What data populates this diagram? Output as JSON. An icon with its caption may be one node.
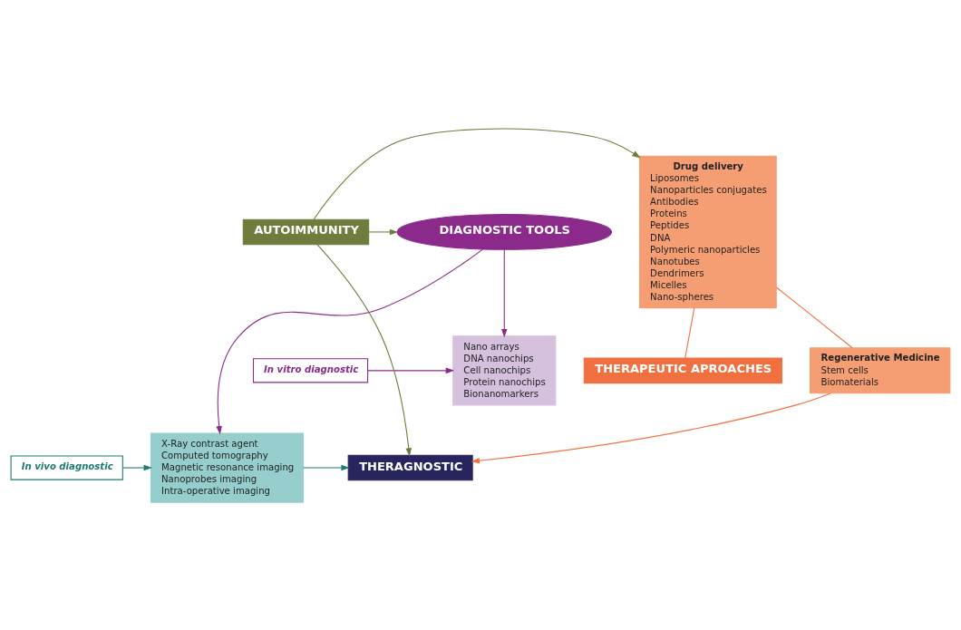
{
  "diagram": {
    "nodes": [
      {
        "text": [
          "In vitro diagnostic"
        ]
      },
      {
        "text": [
          "Nano arrays",
          "DNA nanochips",
          "Cell nanochips",
          "Protein nanochips",
          "Bionanomarkers"
        ]
      },
      {
        "text": [
          "DIAGNOSTIC TOOLS"
        ]
      },
      {
        "text": [
          "AUTOIMMUNITY"
        ]
      },
      {
        "text": [
          "THERAPEUTIC APROACHES"
        ]
      },
      {
        "text": [
          "Drug delivery",
          "Liposomes",
          "Nanoparticles conjugates",
          "Antibodies",
          "Proteins",
          "Peptides",
          "DNA",
          "Polymeric nanoparticles",
          "Nanotubes",
          "Dendrimers",
          "Micelles",
          "Nano-spheres"
        ]
      },
      {
        "text": [
          "Regenerative Medicine",
          "Stem cells",
          "Biomaterials"
        ]
      },
      {
        "text": [
          "In vivo diagnostic"
        ]
      },
      {
        "text": [
          "X-Ray contrast agent",
          "Computed tomography",
          "Magnetic resonance imaging",
          "Nanoprobes imaging",
          "Intra-operative imaging"
        ]
      },
      {
        "text": [
          "THERAGNOSTIC"
        ]
      }
    ],
    "edges": [
      {
        "from": 0,
        "to": 1,
        "arrow": "to",
        "color": "#8b2a8b"
      },
      {
        "from": 2,
        "to": 1,
        "arrow": "to",
        "color": "#8b2a8b"
      },
      {
        "from": 2,
        "to": 8,
        "arrow": "to",
        "color": "#8b2a8b"
      },
      {
        "from": 3,
        "to": 2,
        "arrow": "to"
      },
      {
        "from": 3,
        "to": 5,
        "arrow": "to"
      },
      {
        "from": 3,
        "to": 9,
        "arrow": "to"
      },
      {
        "from": 4,
        "to": 5,
        "arrow": "none",
        "color": "#f07040"
      },
      {
        "from": 5,
        "to": 6,
        "arrow": "none",
        "color": "#f07040"
      },
      {
        "from": 6,
        "to": 9,
        "arrow": "to",
        "color": "#f07040"
      },
      {
        "from": 7,
        "to": 8,
        "arrow": "to",
        "color": "#1f7a72"
      },
      {
        "from": 8,
        "to": 9,
        "arrow": "to",
        "color": "#1f7a72"
      }
    ]
  }
}
